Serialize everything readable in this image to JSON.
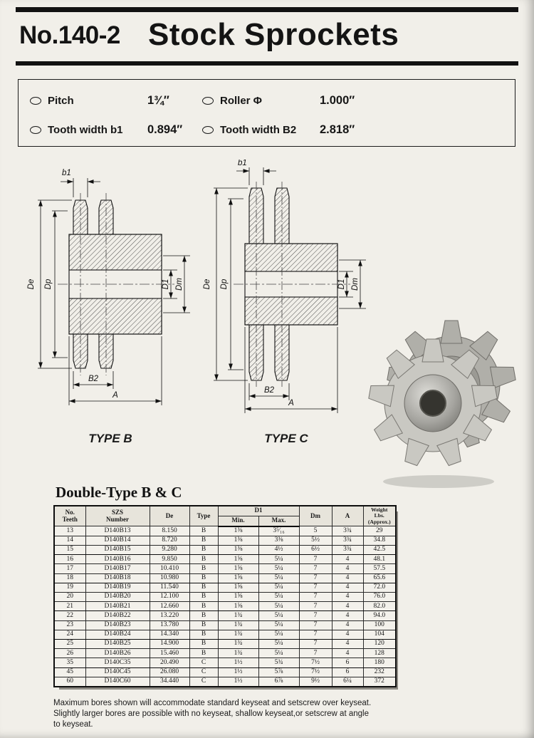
{
  "header": {
    "catalog_number": "No.140-2",
    "title": "Stock Sprockets"
  },
  "specs": {
    "items": [
      {
        "label": "Pitch",
        "value": "1¾″"
      },
      {
        "label": "Roller Φ",
        "value": "1.000″"
      },
      {
        "label": "Tooth width b1",
        "value": "0.894″"
      },
      {
        "label": "Tooth width B2",
        "value": "2.818″"
      }
    ]
  },
  "diagrams": {
    "dims": {
      "b1": "b1",
      "de": "De",
      "dp": "Dp",
      "d1": "D1",
      "dm": "Dm",
      "b2": "B2",
      "a": "A"
    },
    "type_b_caption": "TYPE B",
    "type_c_caption": "TYPE C"
  },
  "table": {
    "title": "Double-Type B & C",
    "headers": {
      "teeth": "No.\nTeeth",
      "szs": "SZS\nNumber",
      "de": "De",
      "type": "Type",
      "d1": "D1",
      "d1_min": "Min.",
      "d1_max": "Max.",
      "dm": "Dm",
      "a": "A",
      "weight": "Weight\nLbs.\n(Approx.)"
    },
    "rows": [
      {
        "teeth": "13",
        "szs": "D140B13",
        "de": "8.150",
        "type": "B",
        "d1min": "1⅜",
        "d1max": "3⁵⁄₁₆",
        "dm": "5",
        "a": "3¾",
        "weight": "29"
      },
      {
        "teeth": "14",
        "szs": "D140B14",
        "de": "8.720",
        "type": "B",
        "d1min": "1⅜",
        "d1max": "3⅜",
        "dm": "5½",
        "a": "3¾",
        "weight": "34.8"
      },
      {
        "teeth": "15",
        "szs": "D140B15",
        "de": "9.280",
        "type": "B",
        "d1min": "1⅜",
        "d1max": "4½",
        "dm": "6½",
        "a": "3¾",
        "weight": "42.5"
      },
      {
        "teeth": "16",
        "szs": "D140B16",
        "de": "9.850",
        "type": "B",
        "d1min": "1⅝",
        "d1max": "5¼",
        "dm": "7",
        "a": "4",
        "weight": "48.1"
      },
      {
        "teeth": "17",
        "szs": "D140B17",
        "de": "10.410",
        "type": "B",
        "d1min": "1⅝",
        "d1max": "5¼",
        "dm": "7",
        "a": "4",
        "weight": "57.5"
      },
      {
        "teeth": "18",
        "szs": "D140B18",
        "de": "10.980",
        "type": "B",
        "d1min": "1⅝",
        "d1max": "5¼",
        "dm": "7",
        "a": "4",
        "weight": "65.6"
      },
      {
        "teeth": "19",
        "szs": "D140B19",
        "de": "11.540",
        "type": "B",
        "d1min": "1⅝",
        "d1max": "5¼",
        "dm": "7",
        "a": "4",
        "weight": "72.0"
      },
      {
        "teeth": "20",
        "szs": "D140B20",
        "de": "12.100",
        "type": "B",
        "d1min": "1⅝",
        "d1max": "5¼",
        "dm": "7",
        "a": "4",
        "weight": "76.0"
      },
      {
        "teeth": "21",
        "szs": "D140B21",
        "de": "12.660",
        "type": "B",
        "d1min": "1⅝",
        "d1max": "5¼",
        "dm": "7",
        "a": "4",
        "weight": "82.0"
      },
      {
        "teeth": "22",
        "szs": "D140B22",
        "de": "13.220",
        "type": "B",
        "d1min": "1¾",
        "d1max": "5¼",
        "dm": "7",
        "a": "4",
        "weight": "94.0"
      },
      {
        "teeth": "23",
        "szs": "D140B23",
        "de": "13.780",
        "type": "B",
        "d1min": "1¾",
        "d1max": "5¼",
        "dm": "7",
        "a": "4",
        "weight": "100"
      },
      {
        "teeth": "24",
        "szs": "D140B24",
        "de": "14.340",
        "type": "B",
        "d1min": "1¾",
        "d1max": "5¼",
        "dm": "7",
        "a": "4",
        "weight": "104"
      },
      {
        "teeth": "25",
        "szs": "D140B25",
        "de": "14.900",
        "type": "B",
        "d1min": "1¾",
        "d1max": "5¼",
        "dm": "7",
        "a": "4",
        "weight": "120"
      },
      {
        "teeth": "26",
        "szs": "D140B26",
        "de": "15.460",
        "type": "B",
        "d1min": "1¾",
        "d1max": "5¼",
        "dm": "7",
        "a": "4",
        "weight": "128"
      },
      {
        "teeth": "35",
        "szs": "D140C35",
        "de": "20.490",
        "type": "C",
        "d1min": "1½",
        "d1max": "5¾",
        "dm": "7½",
        "a": "6",
        "weight": "180"
      },
      {
        "teeth": "45",
        "szs": "D140C45",
        "de": "26.080",
        "type": "C",
        "d1min": "1½",
        "d1max": "5⅞",
        "dm": "7½",
        "a": "6",
        "weight": "232"
      },
      {
        "teeth": "60",
        "szs": "D140C60",
        "de": "34.440",
        "type": "C",
        "d1min": "1½",
        "d1max": "6⅞",
        "dm": "9½",
        "a": "6¼",
        "weight": "372"
      }
    ]
  },
  "footnote": "Maximum bores shown will accommodate standard keyseat and setscrew over keyseat.\nSlightly larger bores are possible with no keyseat, shallow keyseat,or setscrew at angle\nto keyseat."
}
